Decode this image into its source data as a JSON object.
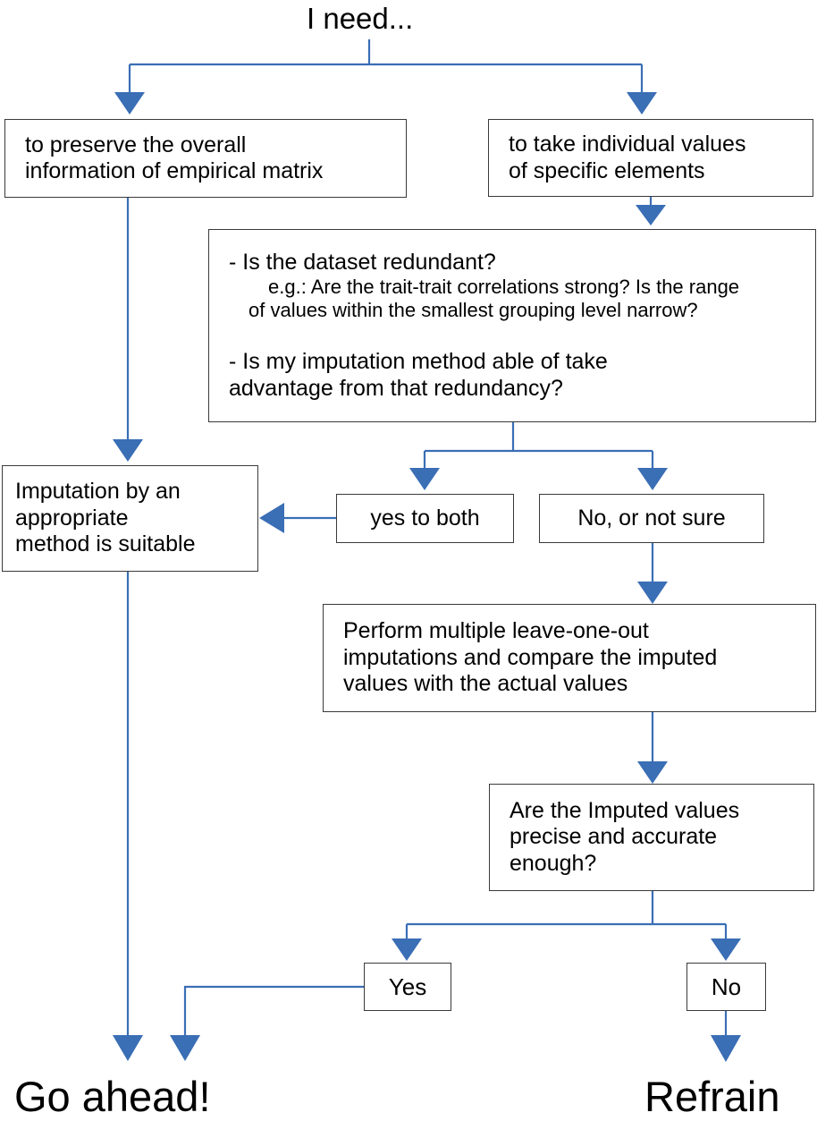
{
  "meta": {
    "title": "Imputation decision flowchart",
    "line_color": "#3a6eb5",
    "box_border_color": "#3a3a3a",
    "background": "#ffffff",
    "text_color": "#000000"
  },
  "title": {
    "text": "I need..."
  },
  "nodes": {
    "preserve": {
      "line1": "to preserve the overall",
      "line2": "information of empirical matrix"
    },
    "individual": {
      "line1": "to take individual values",
      "line2": "of specific elements"
    },
    "questions": {
      "q1": "- Is the dataset redundant?",
      "q1_eg_line1": "e.g.: Are the trait-trait correlations strong? Is the range",
      "q1_eg_line2": "of values within the smallest grouping level narrow?",
      "q2_line1": "- Is my imputation method able of take",
      "q2_line2": "advantage from that redundancy?"
    },
    "imputation": {
      "line1": "Imputation by an",
      "line2": "appropriate",
      "line3": "method is suitable"
    },
    "yes_to_both": {
      "label": "yes to both"
    },
    "no_or_not_sure": {
      "label": "No, or not sure"
    },
    "perform": {
      "line1": "Perform multiple leave-one-out",
      "line2": "imputations and compare the imputed",
      "line3": "values with the actual values"
    },
    "precise": {
      "line1": "Are the Imputed values",
      "line2": "precise and accurate",
      "line3": "enough?"
    },
    "yes": {
      "label": "Yes"
    },
    "no": {
      "label": "No"
    }
  },
  "outcomes": {
    "go_ahead": {
      "label": "Go ahead!"
    },
    "refrain": {
      "label": "Refrain"
    }
  },
  "chart_data": {
    "type": "diagram",
    "subtype": "flowchart",
    "title": "I need...",
    "orientation": "top-down",
    "nodes": [
      {
        "id": "root",
        "text": "I need...",
        "shape": "text"
      },
      {
        "id": "preserve",
        "text": "to preserve the overall information of empirical matrix",
        "shape": "box"
      },
      {
        "id": "individual",
        "text": "to take individual values of specific elements",
        "shape": "box"
      },
      {
        "id": "questions",
        "text": "- Is the dataset redundant? e.g.: Are the trait-trait correlations strong? Is the range of values within the smallest grouping level narrow?  - Is my imputation method able of take advantage from that redundancy?",
        "shape": "box"
      },
      {
        "id": "yes_to_both",
        "text": "yes to both",
        "shape": "box"
      },
      {
        "id": "not_sure",
        "text": "No, or not sure",
        "shape": "box"
      },
      {
        "id": "imputation",
        "text": "Imputation by an appropriate method is suitable",
        "shape": "box"
      },
      {
        "id": "perform",
        "text": "Perform multiple leave-one-out imputations and compare the imputed values with the actual values",
        "shape": "box"
      },
      {
        "id": "precise",
        "text": "Are the Imputed values precise and accurate enough?",
        "shape": "box"
      },
      {
        "id": "yes",
        "text": "Yes",
        "shape": "box"
      },
      {
        "id": "no",
        "text": "No",
        "shape": "box"
      },
      {
        "id": "go_ahead",
        "text": "Go ahead!",
        "shape": "text"
      },
      {
        "id": "refrain",
        "text": "Refrain",
        "shape": "text"
      }
    ],
    "edges": [
      {
        "from": "root",
        "to": "preserve"
      },
      {
        "from": "root",
        "to": "individual"
      },
      {
        "from": "individual",
        "to": "questions"
      },
      {
        "from": "questions",
        "to": "yes_to_both"
      },
      {
        "from": "questions",
        "to": "not_sure"
      },
      {
        "from": "yes_to_both",
        "to": "imputation"
      },
      {
        "from": "preserve",
        "to": "imputation"
      },
      {
        "from": "not_sure",
        "to": "perform"
      },
      {
        "from": "perform",
        "to": "precise"
      },
      {
        "from": "precise",
        "to": "yes"
      },
      {
        "from": "precise",
        "to": "no"
      },
      {
        "from": "imputation",
        "to": "go_ahead"
      },
      {
        "from": "yes",
        "to": "go_ahead"
      },
      {
        "from": "no",
        "to": "refrain"
      }
    ]
  }
}
